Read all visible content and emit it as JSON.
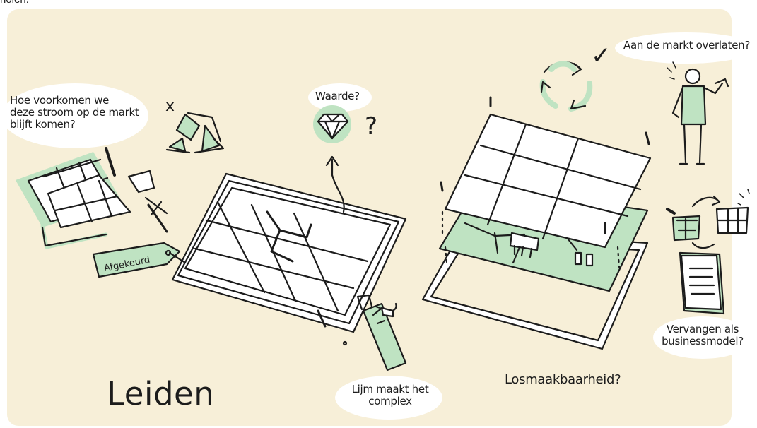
{
  "header": {
    "clipped_text": "holen."
  },
  "labels": {
    "question_stream": "Hoe voorkomen we\ndeze stroom op de markt\nblijft komen?",
    "value": "Waarde?",
    "market": "Aan de markt overlaten?",
    "rejected": "Afgekeurd",
    "glue": "Lijm maakt het\ncomplex",
    "detachability": "Losmaakbaarheid?",
    "replace": "Vervangen als\nbusinessmodel?",
    "city": "Leiden"
  },
  "symbols": {
    "cross": "x",
    "check": "✓",
    "question": "?"
  },
  "colors": {
    "background": "#f7efd8",
    "accent_green": "#bfe3c2",
    "ink": "#1c1c1c"
  },
  "icons": [
    "recycle-icon",
    "diamond-icon",
    "cycle-arrows-icon",
    "glue-tube-icon",
    "woman-figure-icon",
    "document-icon"
  ]
}
